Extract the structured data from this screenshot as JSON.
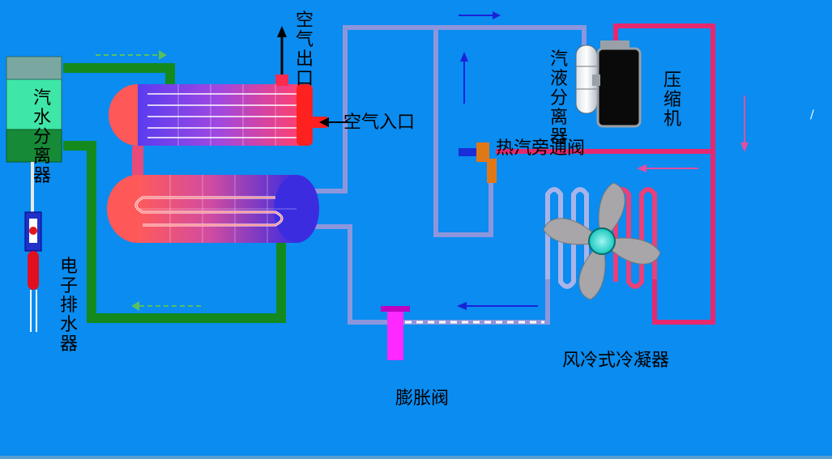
{
  "labels": {
    "vapor_water_separator": "汽水分离器",
    "electronic_drain": "电子排水器",
    "air_outlet": "空气出口",
    "air_inlet": "空气入口",
    "vapor_liquid_separator": "汽液分离器",
    "compressor": "压缩机",
    "hot_gas_bypass_valve": "热汽旁通阀",
    "air_cooled_condenser": "风冷式冷凝器",
    "expansion_valve": "膨胀阀"
  },
  "colors": {
    "background": "#0a8cf0",
    "air_pipe": "#148a1e",
    "refrigerant_pipe": "#8c96dc",
    "hot_gas_pipe": "#e8286e",
    "flow_arrow": "#1a22d8"
  }
}
